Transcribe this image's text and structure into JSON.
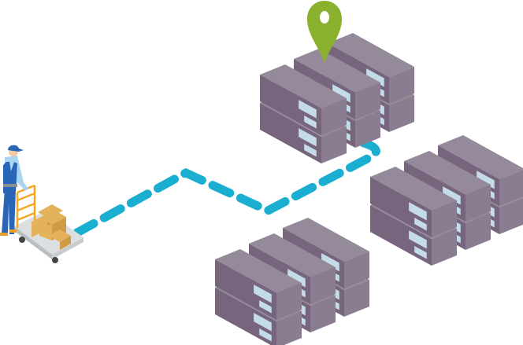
{
  "illustration": {
    "subject": "delivery-to-data-center",
    "colors": {
      "server_top": "#958a9a",
      "server_side": "#77657e",
      "server_end": "#8a7d90",
      "server_panel": "#c3dce8",
      "route": "#1aaed0",
      "pin": "#89b12e",
      "box": "#e3b25a",
      "box_tape": "#f0a22a",
      "trolley": "#dcdfe1",
      "trolley_frame": "#f3a623",
      "uniform": "#2a66b8",
      "shirt": "#a9d4f2"
    },
    "clusters": [
      {
        "name": "server-cluster-top",
        "stacks": 3,
        "units_per_stack": 2,
        "has_pin": true
      },
      {
        "name": "server-cluster-right",
        "stacks": 3,
        "units_per_stack": 2,
        "has_pin": false
      },
      {
        "name": "server-cluster-bottom",
        "stacks": 3,
        "units_per_stack": 2,
        "has_pin": false
      }
    ]
  }
}
